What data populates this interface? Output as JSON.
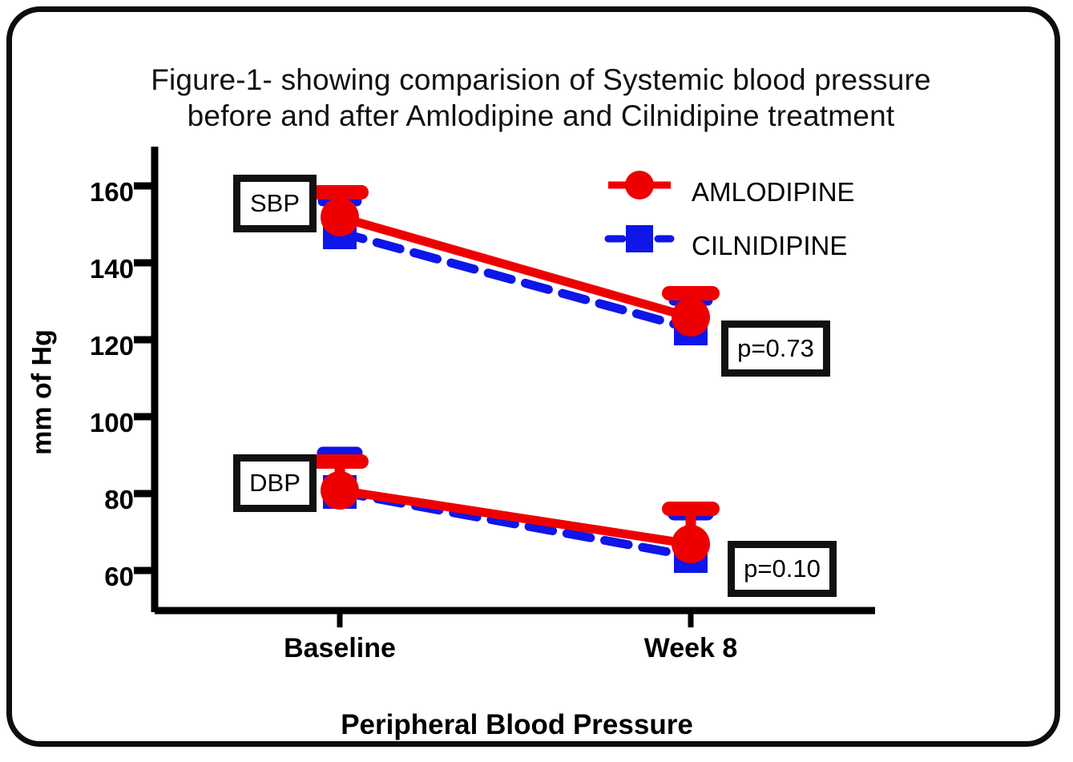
{
  "figure": {
    "title_line1": "Figure-1-  showing  comparision of  Systemic blood pressure",
    "title_line2": "before and after Amlodipine and Cilnidipine treatment",
    "frame_color": "#0d0d0d"
  },
  "annotations": {
    "sbp_label": "SBP",
    "dbp_label": "DBP",
    "pvalue_sbp": "p=0.73",
    "pvalue_dbp": "p=0.10"
  },
  "legend": {
    "position": "top-right",
    "entries": [
      {
        "label": "AMLODIPINE",
        "color": "#ef0000",
        "marker": "circle",
        "line": "solid"
      },
      {
        "label": "CILNIDIPINE",
        "color": "#0e16e8",
        "marker": "square",
        "line": "dashed"
      }
    ]
  },
  "chart_data": {
    "type": "line",
    "title": "Figure-1-  showing  comparision of  Systemic blood pressure before and after Amlodipine and Cilnidipine treatment",
    "xlabel": "Peripheral Blood Pressure",
    "ylabel": "mm of Hg",
    "categories": [
      "Baseline",
      "Week 8"
    ],
    "x_tick_labels": [
      "Baseline",
      "Week 8"
    ],
    "y_tick_labels": [
      "60",
      "80",
      "100",
      "120",
      "140",
      "160"
    ],
    "y_ticks": [
      60,
      80,
      100,
      120,
      140,
      160
    ],
    "ylim": [
      50,
      168
    ],
    "grid": false,
    "error_bars": "upper only (SEM)",
    "groups": [
      {
        "name": "SBP",
        "pvalue": "p=0.73",
        "series": [
          {
            "name": "AMLODIPINE",
            "color": "#ef0000",
            "marker": "circle",
            "line": "solid",
            "values": [
              152,
              126
            ],
            "error_upper": [
              159,
              131
            ]
          },
          {
            "name": "CILNIDIPINE",
            "color": "#0e16e8",
            "marker": "square",
            "line": "dashed",
            "values": [
              148,
              123
            ],
            "error_upper": [
              156,
              128
            ]
          }
        ]
      },
      {
        "name": "DBP",
        "pvalue": "p=0.10",
        "series": [
          {
            "name": "AMLODIPINE",
            "color": "#ef0000",
            "marker": "circle",
            "line": "solid",
            "values": [
              81.5,
              67.5
            ],
            "error_upper": [
              89,
              76
            ]
          },
          {
            "name": "CILNIDIPINE",
            "color": "#0e16e8",
            "marker": "square",
            "line": "dashed",
            "values": [
              81,
              64.5
            ],
            "error_upper": [
              92,
              75
            ]
          }
        ]
      }
    ]
  },
  "colors": {
    "amlodipine": "#ef0000",
    "cilnidipine": "#0e16e8",
    "axis": "#000000",
    "frame": "#0d0d0d"
  }
}
